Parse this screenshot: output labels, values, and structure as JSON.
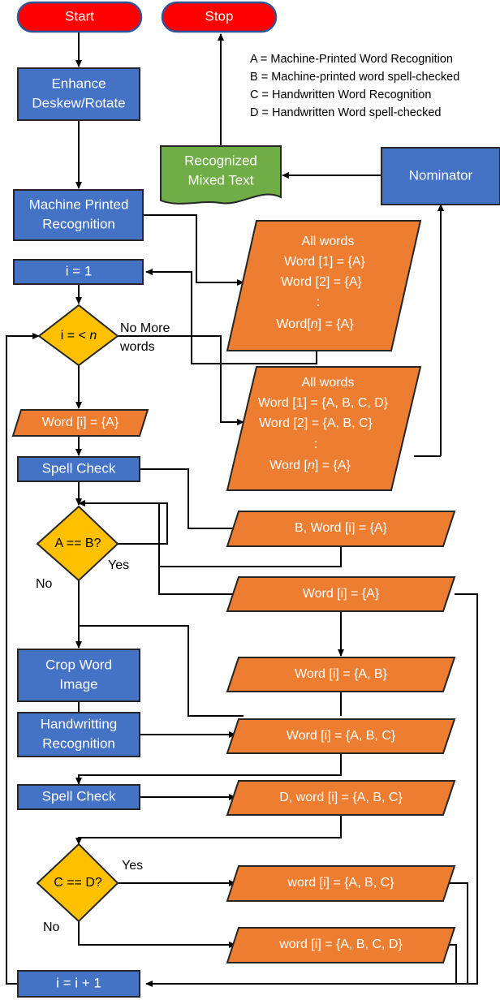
{
  "diagram": {
    "title": "Mixed machine-printed and handwritten word recognition flowchart",
    "colors": {
      "process": "#4472c4",
      "data": "#ed7d31",
      "decision": "#ffc000",
      "terminator": "#ff0000",
      "document": "#70ad47",
      "terminator_border": "#2f5597",
      "shape_border": "#262626",
      "connector": "#000000",
      "text_on_shape": "#ffffff",
      "text_plain": "#000000"
    },
    "legend": {
      "lines": [
        "A = Machine-Printed Word Recognition",
        "B = Machine-printed word spell-checked",
        "C = Handwritten Word Recognition",
        "D = Handwritten Word spell-checked"
      ]
    },
    "terminators": {
      "start": "Start",
      "stop": "Stop"
    },
    "processes": {
      "enhance_line1": "Enhance",
      "enhance_line2": "Deskew/Rotate",
      "machine_printed_line1": "Machine Printed",
      "machine_printed_line2": "Recognition",
      "init_i": "i = 1",
      "spell_check_1": "Spell Check",
      "crop_word_line1": "Crop Word",
      "crop_word_line2": "Image",
      "handwriting_line1": "Handwritting",
      "handwriting_line2": "Recognition",
      "spell_check_2": "Spell Check",
      "increment_i": "i = i + 1",
      "nominator": "Nominator"
    },
    "document_shape": {
      "line1": "Recognized",
      "line2": "Mixed Text"
    },
    "decisions": {
      "loop_test_prefix": "i = < ",
      "loop_test_var": "n",
      "a_eq_b": "A == B?",
      "c_eq_d": "C == D?"
    },
    "edge_labels": {
      "no_more_words_line1": "No More",
      "no_more_words_line2": "words",
      "yes_1": "Yes",
      "no_1": "No",
      "yes_2": "Yes",
      "no_2": "No"
    },
    "data_stores": {
      "all_words_a": {
        "header": "All words",
        "row1": "Word [1] = {A}",
        "row2": "Word [2] = {A}",
        "ellipsis": ":",
        "row_n_prefix": "Word[",
        "row_n_var": "n",
        "row_n_suffix": "] = {A}"
      },
      "all_words_mixed": {
        "header": "All words",
        "row1": "Word [1] = {A, B, C, D}",
        "row2": "Word [2] = {A, B, C}",
        "ellipsis": ":",
        "row_n_prefix": "Word [",
        "row_n_var": "n",
        "row_n_suffix": "] = {A}"
      },
      "b_word_a": "B, Word [i] = {A}",
      "word_a_1": "Word [i] = {A}",
      "word_a_2": "Word [i] = {A}",
      "word_ab": "Word [i] = {A, B}",
      "word_abc": "Word [i] = {A, B, C}",
      "d_word_abc": "D, word [i] = {A, B, C}",
      "word_abc_low": "word [i] = {A, B, C}",
      "word_abcd_low": "word [i] = {A, B, C, D}"
    }
  }
}
